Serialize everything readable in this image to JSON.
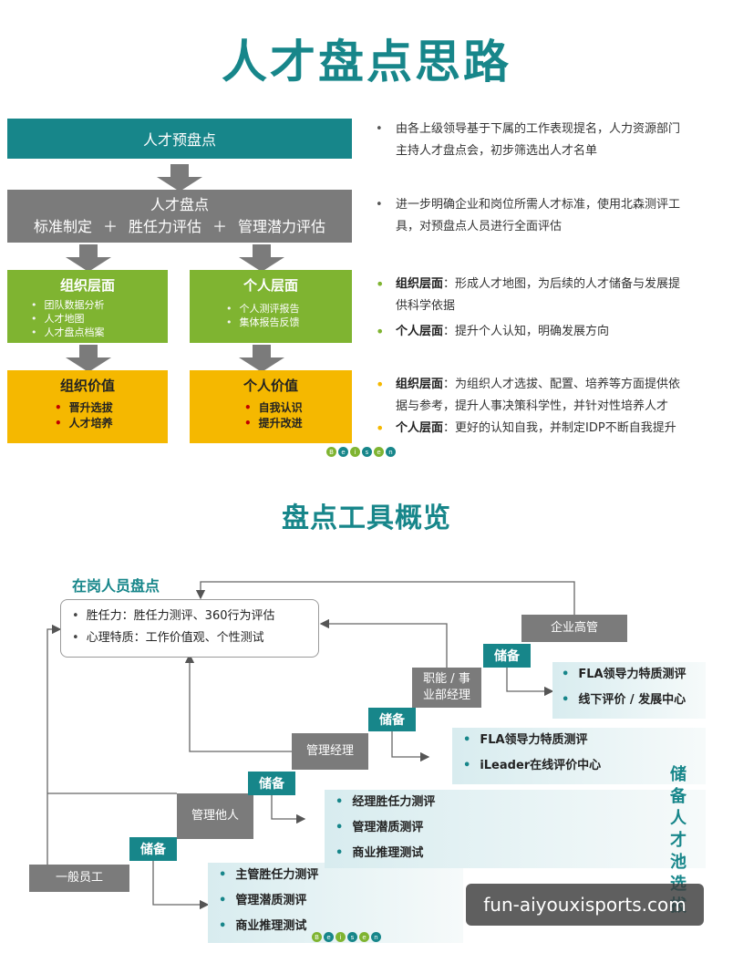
{
  "titles": {
    "top": "人才盘点思路",
    "bottom": "盘点工具概览"
  },
  "top_flow": {
    "pre": "人才预盘点",
    "eval_title": "人才盘点",
    "eval_items": [
      "标准制定",
      "＋",
      "胜任力评估",
      "＋",
      "管理潜力评估"
    ],
    "org_layer": {
      "title": "组织层面",
      "items": [
        "团队数据分析",
        "人才地图",
        "人才盘点档案"
      ]
    },
    "personal_layer": {
      "title": "个人层面",
      "items": [
        "个人测评报告",
        "集体报告反馈"
      ]
    },
    "org_value": {
      "title": "组织价值",
      "items": [
        "晋升选拔",
        "人才培养"
      ]
    },
    "personal_value": {
      "title": "个人价值",
      "items": [
        "自我认识",
        "提升改进"
      ]
    }
  },
  "right_notes": {
    "n1": [
      "由各上级领导基于下属的工作表现提名，人力资源部门",
      "主持人才盘点会，初步筛选出人才名单"
    ],
    "n2": [
      "进一步明确企业和岗位所需人才标准，使用北森测评工",
      "具，对预盘点人员进行全面评估"
    ],
    "n3_label": "组织层面",
    "n3": [
      "：形成人才地图，为后续的人才储备与发展提",
      "供科学依据"
    ],
    "n4_label": "个人层面",
    "n4": "：提升个人认知，明确发展方向",
    "n5_label": "组织层面",
    "n5": [
      "：为组织人才选拔、配置、培养等方面提供依",
      "据与参考，提升人事决策科学性，并针对性培养人才"
    ],
    "n6_label": "个人层面",
    "n6": "：更好的认知自我，并制定IDP不断自我提升"
  },
  "brand_letters": [
    "B",
    "e",
    "i",
    "s",
    "e",
    "n"
  ],
  "lower": {
    "incumbent_label": "在岗人员盘点",
    "incumbent_items": [
      "胜任力：胜任力测评、360行为评估",
      "心理特质：工作价值观、个性测试"
    ],
    "steps": {
      "general": "一般员工",
      "manage_others": "管理他人",
      "manager": "管理经理",
      "dept_manager_l1": "职能 / 事",
      "dept_manager_l2": "业部经理",
      "executive": "企业高管"
    },
    "reserve_label": "储备",
    "tools": {
      "t1": [
        "主管胜任力测评",
        "管理潜质测评",
        "商业推理测试"
      ],
      "t2": [
        "经理胜任力测评",
        "管理潜质测评",
        "商业推理测试"
      ],
      "t3": [
        "FLA领导力特质测评",
        "iLeader在线评价中心"
      ],
      "t4": [
        "FLA领导力特质测评",
        "线下评价 / 发展中心"
      ]
    },
    "vertical_label": "储备人才池选拔"
  },
  "watermark": "fun-aiyouxisports.com",
  "colors": {
    "teal": "#17868a",
    "gray": "#7b7b7b",
    "green": "#7fb431",
    "yellow": "#f5b800"
  }
}
